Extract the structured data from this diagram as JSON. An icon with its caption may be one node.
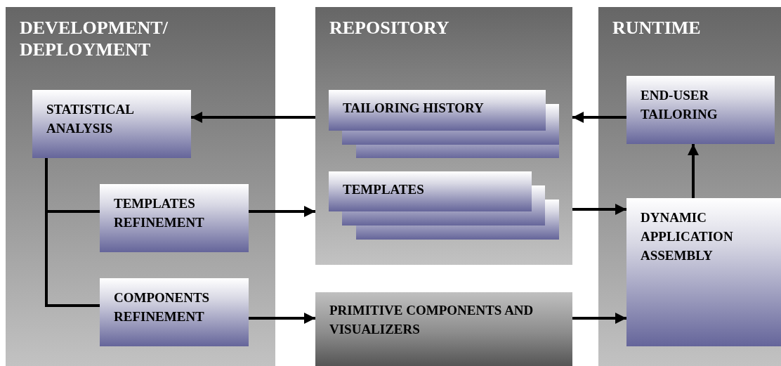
{
  "diagram": {
    "nodes": [
      {
        "text": [
          "DEVELOPMENT/ DEPLOYMENT"
        ]
      },
      {
        "text": [
          "STATISTICAL ANALYSIS"
        ],
        "in": 0
      },
      {
        "text": [
          "TEMPLATES REFINEMENT"
        ],
        "in": 0
      },
      {
        "text": [
          "COMPONENTS REFINEMENT"
        ],
        "in": 0
      },
      {
        "text": [
          "REPOSITORY"
        ]
      },
      {
        "text": [
          "TAILORING HISTORY"
        ],
        "in": 4
      },
      {
        "text": [
          "TEMPLATES"
        ],
        "in": 4
      },
      {
        "text": [
          "PRIMITIVE COMPONENTS AND VISUALIZERS"
        ]
      },
      {
        "text": [
          "RUNTIME"
        ]
      },
      {
        "text": [
          "END-USER TAILORING"
        ],
        "in": 8
      },
      {
        "text": [
          "DYNAMIC APPLICATION ASSEMBLY"
        ],
        "in": 8
      }
    ],
    "edges": [
      {
        "from": 4,
        "to": 1,
        "arrow": "to"
      },
      {
        "from": 1,
        "to": 2,
        "arrow": "none"
      },
      {
        "from": 1,
        "to": 3,
        "arrow": "none"
      },
      {
        "from": 2,
        "to": 4,
        "arrow": "to"
      },
      {
        "from": 3,
        "to": 7,
        "arrow": "to"
      },
      {
        "from": 4,
        "to": 10,
        "arrow": "to"
      },
      {
        "from": 7,
        "to": 10,
        "arrow": "to"
      },
      {
        "from": 9,
        "to": 4,
        "arrow": "to"
      },
      {
        "from": 10,
        "to": 9,
        "arrow": "to"
      }
    ]
  }
}
